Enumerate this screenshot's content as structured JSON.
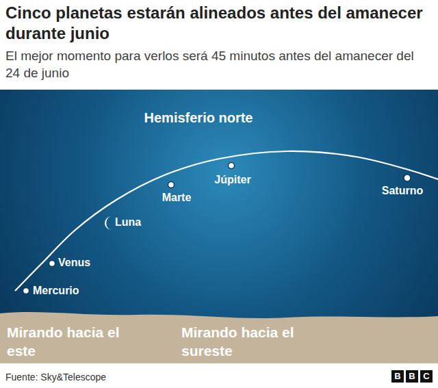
{
  "diagram": {
    "title": "Cinco planetas estarán alineados antes del amanecer durante junio",
    "caption": "El mejor momento para verlos será 45 minutos antes del amanecer del 24 de junio",
    "labels": [
      "Hemisferio norte",
      "Júpiter",
      "Marte",
      "Saturno",
      "Luna",
      "Venus",
      "Mercurio",
      "Mirando hacia el este",
      "Mirando hacia el sureste",
      "Fuente: Sky&Telescope",
      "B",
      "B",
      "C"
    ]
  }
}
